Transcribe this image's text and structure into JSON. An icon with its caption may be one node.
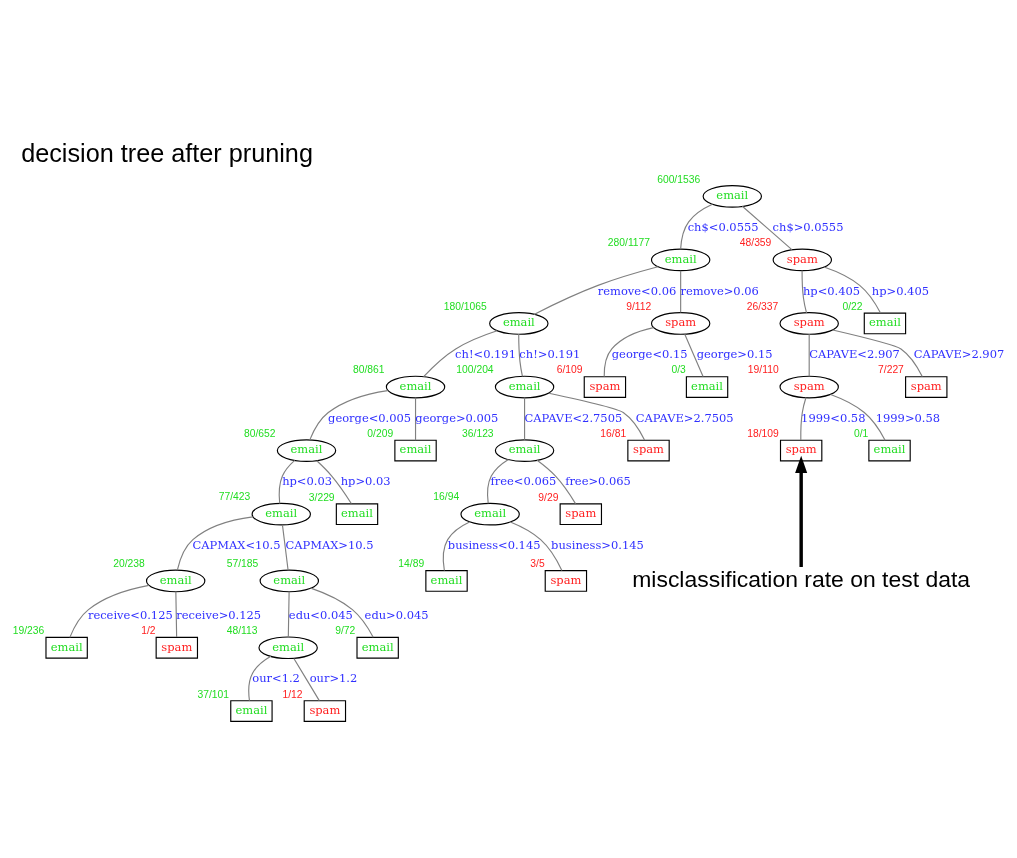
{
  "diagram": {
    "title": "decision tree after pruning",
    "nodes": [
      {
        "text": [
          "email"
        ],
        "beside": [
          "600/1536"
        ]
      },
      {
        "text": [
          "email"
        ],
        "beside": [
          "280/1177"
        ]
      },
      {
        "text": [
          "spam"
        ],
        "beside": [
          "48/359"
        ]
      },
      {
        "text": [
          "email"
        ],
        "beside": [
          "180/1065"
        ]
      },
      {
        "text": [
          "spam"
        ],
        "beside": [
          "9/112"
        ]
      },
      {
        "text": [
          "spam"
        ],
        "beside": [
          "26/337"
        ]
      },
      {
        "text": [
          "email"
        ],
        "beside": [
          "0/22"
        ]
      },
      {
        "text": [
          "email"
        ],
        "beside": [
          "80/861"
        ]
      },
      {
        "text": [
          "email"
        ],
        "beside": [
          "100/204"
        ]
      },
      {
        "text": [
          "spam"
        ],
        "beside": [
          "6/109"
        ]
      },
      {
        "text": [
          "email"
        ],
        "beside": [
          "0/3"
        ]
      },
      {
        "text": [
          "spam"
        ],
        "beside": [
          "19/110"
        ]
      },
      {
        "text": [
          "spam"
        ],
        "beside": [
          "7/227"
        ]
      },
      {
        "text": [
          "email"
        ],
        "beside": [
          "80/652"
        ]
      },
      {
        "text": [
          "email"
        ],
        "beside": [
          "0/209"
        ]
      },
      {
        "text": [
          "email"
        ],
        "beside": [
          "36/123"
        ]
      },
      {
        "text": [
          "spam"
        ],
        "beside": [
          "16/81"
        ]
      },
      {
        "text": [
          "spam"
        ],
        "beside": [
          "18/109"
        ]
      },
      {
        "text": [
          "email"
        ],
        "beside": [
          "0/1"
        ]
      },
      {
        "text": [
          "email"
        ],
        "beside": [
          "77/423"
        ]
      },
      {
        "text": [
          "email"
        ],
        "beside": [
          "3/229"
        ]
      },
      {
        "text": [
          "email"
        ],
        "beside": [
          "16/94"
        ]
      },
      {
        "text": [
          "spam"
        ],
        "beside": [
          "9/29"
        ]
      },
      {
        "text": [
          "email"
        ],
        "beside": [
          "20/238"
        ]
      },
      {
        "text": [
          "email"
        ],
        "beside": [
          "57/185"
        ]
      },
      {
        "text": [
          "email"
        ],
        "beside": [
          "14/89"
        ]
      },
      {
        "text": [
          "spam"
        ],
        "beside": [
          "3/5"
        ]
      },
      {
        "text": [
          "email"
        ],
        "beside": [
          "19/236"
        ]
      },
      {
        "text": [
          "spam"
        ],
        "beside": [
          "1/2"
        ]
      },
      {
        "text": [
          "email"
        ],
        "beside": [
          "48/113"
        ]
      },
      {
        "text": [
          "email"
        ],
        "beside": [
          "9/72"
        ]
      },
      {
        "text": [
          "email"
        ],
        "beside": [
          "37/101"
        ]
      },
      {
        "text": [
          "spam"
        ],
        "beside": [
          "1/12"
        ]
      },
      {
        "text": [
          "misclassification rate on test data"
        ]
      }
    ],
    "edges": [
      {
        "from": 0,
        "to": 1,
        "arrow": "none",
        "label": "ch$<0.0555"
      },
      {
        "from": 0,
        "to": 2,
        "arrow": "none",
        "label": "ch$>0.0555"
      },
      {
        "from": 1,
        "to": 3,
        "arrow": "none",
        "label": "remove<0.06"
      },
      {
        "from": 1,
        "to": 4,
        "arrow": "none",
        "label": "remove>0.06"
      },
      {
        "from": 2,
        "to": 5,
        "arrow": "none",
        "label": "hp<0.405"
      },
      {
        "from": 2,
        "to": 6,
        "arrow": "none",
        "label": "hp>0.405"
      },
      {
        "from": 3,
        "to": 7,
        "arrow": "none",
        "label": "ch!<0.191"
      },
      {
        "from": 3,
        "to": 8,
        "arrow": "none",
        "label": "ch!>0.191"
      },
      {
        "from": 4,
        "to": 9,
        "arrow": "none",
        "label": "george<0.15"
      },
      {
        "from": 4,
        "to": 10,
        "arrow": "none",
        "label": "george>0.15"
      },
      {
        "from": 5,
        "to": 11,
        "arrow": "none",
        "label": "CAPAVE<2.907"
      },
      {
        "from": 5,
        "to": 12,
        "arrow": "none",
        "label": "CAPAVE>2.907"
      },
      {
        "from": 7,
        "to": 13,
        "arrow": "none",
        "label": "george<0.005"
      },
      {
        "from": 7,
        "to": 14,
        "arrow": "none",
        "label": "george>0.005"
      },
      {
        "from": 8,
        "to": 15,
        "arrow": "none",
        "label": "CAPAVE<2.7505"
      },
      {
        "from": 8,
        "to": 16,
        "arrow": "none",
        "label": "CAPAVE>2.7505"
      },
      {
        "from": 11,
        "to": 17,
        "arrow": "none",
        "label": "1999<0.58"
      },
      {
        "from": 11,
        "to": 18,
        "arrow": "none",
        "label": "1999>0.58"
      },
      {
        "from": 13,
        "to": 19,
        "arrow": "none",
        "label": "hp<0.03"
      },
      {
        "from": 13,
        "to": 20,
        "arrow": "none",
        "label": "hp>0.03"
      },
      {
        "from": 15,
        "to": 21,
        "arrow": "none",
        "label": "free<0.065"
      },
      {
        "from": 15,
        "to": 22,
        "arrow": "none",
        "label": "free>0.065"
      },
      {
        "from": 19,
        "to": 23,
        "arrow": "none",
        "label": "CAPMAX<10.5"
      },
      {
        "from": 19,
        "to": 24,
        "arrow": "none",
        "label": "CAPMAX>10.5"
      },
      {
        "from": 21,
        "to": 25,
        "arrow": "none",
        "label": "business<0.145"
      },
      {
        "from": 21,
        "to": 26,
        "arrow": "none",
        "label": "business>0.145"
      },
      {
        "from": 23,
        "to": 27,
        "arrow": "none",
        "label": "receive<0.125"
      },
      {
        "from": 23,
        "to": 28,
        "arrow": "none",
        "label": "receive>0.125"
      },
      {
        "from": 24,
        "to": 29,
        "arrow": "none",
        "label": "edu<0.045"
      },
      {
        "from": 24,
        "to": 30,
        "arrow": "none",
        "label": "edu>0.045"
      },
      {
        "from": 29,
        "to": 31,
        "arrow": "none",
        "label": "our<1.2"
      },
      {
        "from": 29,
        "to": 32,
        "arrow": "none",
        "label": "our>1.2"
      },
      {
        "from": 33,
        "to": 17,
        "arrow": "to",
        "style": "thick",
        "color": "#000000"
      }
    ]
  }
}
